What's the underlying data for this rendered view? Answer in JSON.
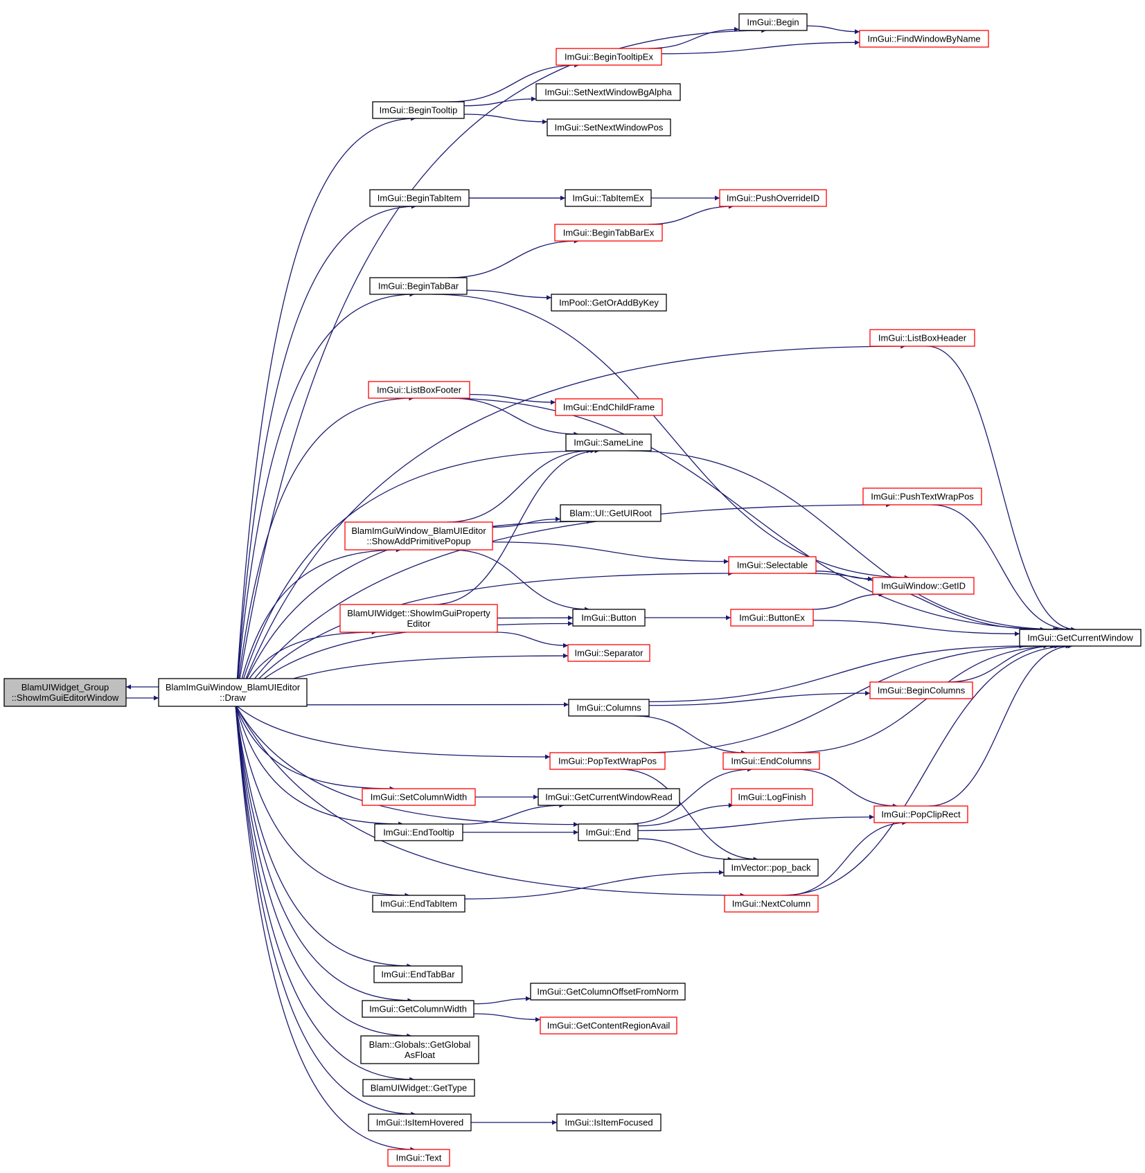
{
  "colors": {
    "edge": "#191970",
    "box_default": "#000000",
    "box_incomplete": "#ff0000",
    "fill_focus": "#bfbfbf",
    "fill_default": "#ffffff"
  },
  "nodes": [
    {
      "id": "root",
      "lines": [
        "BlamUIWidget_Group",
        "::ShowImGuiEditorWindow"
      ],
      "style": "focus"
    },
    {
      "id": "draw",
      "lines": [
        "BlamImGuiWindow_BlamUIEditor",
        "::Draw"
      ],
      "style": "normal"
    },
    {
      "id": "begin",
      "lines": [
        "ImGui::Begin"
      ],
      "style": "normal"
    },
    {
      "id": "findwin",
      "lines": [
        "ImGui::FindWindowByName"
      ],
      "style": "red"
    },
    {
      "id": "begintooltipex",
      "lines": [
        "ImGui::BeginTooltipEx"
      ],
      "style": "red"
    },
    {
      "id": "begintooltip",
      "lines": [
        "ImGui::BeginTooltip"
      ],
      "style": "normal"
    },
    {
      "id": "setbgalpha",
      "lines": [
        "ImGui::SetNextWindowBgAlpha"
      ],
      "style": "normal"
    },
    {
      "id": "setpos",
      "lines": [
        "ImGui::SetNextWindowPos"
      ],
      "style": "normal"
    },
    {
      "id": "begintabitem",
      "lines": [
        "ImGui::BeginTabItem"
      ],
      "style": "normal"
    },
    {
      "id": "tabitemex",
      "lines": [
        "ImGui::TabItemEx"
      ],
      "style": "normal"
    },
    {
      "id": "pushoverride",
      "lines": [
        "ImGui::PushOverrideID"
      ],
      "style": "red"
    },
    {
      "id": "begintabbarex",
      "lines": [
        "ImGui::BeginTabBarEx"
      ],
      "style": "red"
    },
    {
      "id": "begintabbar",
      "lines": [
        "ImGui::BeginTabBar"
      ],
      "style": "normal"
    },
    {
      "id": "impool",
      "lines": [
        "ImPool::GetOrAddByKey"
      ],
      "style": "normal"
    },
    {
      "id": "listboxheader",
      "lines": [
        "ImGui::ListBoxHeader"
      ],
      "style": "red"
    },
    {
      "id": "listboxfooter",
      "lines": [
        "ImGui::ListBoxFooter"
      ],
      "style": "red"
    },
    {
      "id": "endchildframe",
      "lines": [
        "ImGui::EndChildFrame"
      ],
      "style": "red"
    },
    {
      "id": "sameline",
      "lines": [
        "ImGui::SameLine"
      ],
      "style": "normal"
    },
    {
      "id": "pushtextwrap",
      "lines": [
        "ImGui::PushTextWrapPos"
      ],
      "style": "red"
    },
    {
      "id": "getuiroot",
      "lines": [
        "Blam::UI::GetUIRoot"
      ],
      "style": "normal"
    },
    {
      "id": "addprimitive",
      "lines": [
        "BlamImGuiWindow_BlamUIEditor",
        "::ShowAddPrimitivePopup"
      ],
      "style": "red"
    },
    {
      "id": "selectable",
      "lines": [
        "ImGui::Selectable"
      ],
      "style": "red"
    },
    {
      "id": "getid",
      "lines": [
        "ImGuiWindow::GetID"
      ],
      "style": "red"
    },
    {
      "id": "propeditor",
      "lines": [
        "BlamUIWidget::ShowImGuiProperty",
        "Editor"
      ],
      "style": "red"
    },
    {
      "id": "button",
      "lines": [
        "ImGui::Button"
      ],
      "style": "normal"
    },
    {
      "id": "buttonex",
      "lines": [
        "ImGui::ButtonEx"
      ],
      "style": "red"
    },
    {
      "id": "getcurwin",
      "lines": [
        "ImGui::GetCurrentWindow"
      ],
      "style": "normal"
    },
    {
      "id": "separator",
      "lines": [
        "ImGui::Separator"
      ],
      "style": "red"
    },
    {
      "id": "begincolumns",
      "lines": [
        "ImGui::BeginColumns"
      ],
      "style": "red"
    },
    {
      "id": "columns",
      "lines": [
        "ImGui::Columns"
      ],
      "style": "normal"
    },
    {
      "id": "poptextwrap",
      "lines": [
        "ImGui::PopTextWrapPos"
      ],
      "style": "red"
    },
    {
      "id": "endcolumns",
      "lines": [
        "ImGui::EndColumns"
      ],
      "style": "red"
    },
    {
      "id": "setcolwidth",
      "lines": [
        "ImGui::SetColumnWidth"
      ],
      "style": "red"
    },
    {
      "id": "getcurwinread",
      "lines": [
        "ImGui::GetCurrentWindowRead"
      ],
      "style": "normal"
    },
    {
      "id": "logfinish",
      "lines": [
        "ImGui::LogFinish"
      ],
      "style": "red"
    },
    {
      "id": "popcliprect",
      "lines": [
        "ImGui::PopClipRect"
      ],
      "style": "red"
    },
    {
      "id": "endtooltip",
      "lines": [
        "ImGui::EndTooltip"
      ],
      "style": "normal"
    },
    {
      "id": "end",
      "lines": [
        "ImGui::End"
      ],
      "style": "normal"
    },
    {
      "id": "popback",
      "lines": [
        "ImVector::pop_back"
      ],
      "style": "normal"
    },
    {
      "id": "endtabitem",
      "lines": [
        "ImGui::EndTabItem"
      ],
      "style": "normal"
    },
    {
      "id": "nextcolumn",
      "lines": [
        "ImGui::NextColumn"
      ],
      "style": "red"
    },
    {
      "id": "endtabbar",
      "lines": [
        "ImGui::EndTabBar"
      ],
      "style": "normal"
    },
    {
      "id": "getcolwidth",
      "lines": [
        "ImGui::GetColumnWidth"
      ],
      "style": "normal"
    },
    {
      "id": "getcoloffset",
      "lines": [
        "ImGui::GetColumnOffsetFromNorm"
      ],
      "style": "normal"
    },
    {
      "id": "getcontentavail",
      "lines": [
        "ImGui::GetContentRegionAvail"
      ],
      "style": "red"
    },
    {
      "id": "getglobal",
      "lines": [
        "Blam::Globals::GetGlobal",
        "AsFloat"
      ],
      "style": "normal"
    },
    {
      "id": "gettype",
      "lines": [
        "BlamUIWidget::GetType"
      ],
      "style": "normal"
    },
    {
      "id": "isitemhovered",
      "lines": [
        "ImGui::IsItemHovered"
      ],
      "style": "normal"
    },
    {
      "id": "isitemfocused",
      "lines": [
        "ImGui::IsItemFocused"
      ],
      "style": "normal"
    },
    {
      "id": "text",
      "lines": [
        "ImGui::Text"
      ],
      "style": "red"
    }
  ],
  "edges": [
    [
      "root",
      "draw"
    ],
    [
      "draw",
      "root"
    ],
    [
      "draw",
      "begin"
    ],
    [
      "draw",
      "begintooltip"
    ],
    [
      "draw",
      "begintabitem"
    ],
    [
      "draw",
      "begintabbar"
    ],
    [
      "draw",
      "listboxheader"
    ],
    [
      "draw",
      "listboxfooter"
    ],
    [
      "draw",
      "sameline"
    ],
    [
      "draw",
      "pushtextwrap"
    ],
    [
      "draw",
      "getuiroot"
    ],
    [
      "draw",
      "addprimitive"
    ],
    [
      "draw",
      "selectable"
    ],
    [
      "draw",
      "propeditor"
    ],
    [
      "draw",
      "button"
    ],
    [
      "draw",
      "separator"
    ],
    [
      "draw",
      "columns"
    ],
    [
      "draw",
      "poptextwrap"
    ],
    [
      "draw",
      "setcolwidth"
    ],
    [
      "draw",
      "endtooltip"
    ],
    [
      "draw",
      "end"
    ],
    [
      "draw",
      "endtabitem"
    ],
    [
      "draw",
      "nextcolumn"
    ],
    [
      "draw",
      "endtabbar"
    ],
    [
      "draw",
      "getcolwidth"
    ],
    [
      "draw",
      "getglobal"
    ],
    [
      "draw",
      "gettype"
    ],
    [
      "draw",
      "isitemhovered"
    ],
    [
      "draw",
      "text"
    ],
    [
      "begin",
      "findwin"
    ],
    [
      "begintooltipex",
      "begin"
    ],
    [
      "begintooltipex",
      "findwin"
    ],
    [
      "begintooltip",
      "begintooltipex"
    ],
    [
      "begintooltip",
      "setbgalpha"
    ],
    [
      "begintooltip",
      "setpos"
    ],
    [
      "begintabitem",
      "tabitemex"
    ],
    [
      "begintabitem",
      "pushoverride"
    ],
    [
      "begintabbarex",
      "pushoverride"
    ],
    [
      "begintabbar",
      "begintabbarex"
    ],
    [
      "begintabbar",
      "impool"
    ],
    [
      "begintabbar",
      "getid"
    ],
    [
      "listboxheader",
      "getcurwin"
    ],
    [
      "listboxfooter",
      "endchildframe"
    ],
    [
      "listboxfooter",
      "sameline"
    ],
    [
      "listboxfooter",
      "getcurwin"
    ],
    [
      "sameline",
      "getcurwin"
    ],
    [
      "pushtextwrap",
      "getcurwin"
    ],
    [
      "addprimitive",
      "sameline"
    ],
    [
      "addprimitive",
      "getuiroot"
    ],
    [
      "addprimitive",
      "selectable"
    ],
    [
      "addprimitive",
      "button"
    ],
    [
      "selectable",
      "getid"
    ],
    [
      "selectable",
      "getcurwin"
    ],
    [
      "propeditor",
      "sameline"
    ],
    [
      "propeditor",
      "button"
    ],
    [
      "propeditor",
      "separator"
    ],
    [
      "button",
      "buttonex"
    ],
    [
      "buttonex",
      "getid"
    ],
    [
      "buttonex",
      "getcurwin"
    ],
    [
      "columns",
      "getcurwin"
    ],
    [
      "columns",
      "begincolumns"
    ],
    [
      "columns",
      "endcolumns"
    ],
    [
      "begincolumns",
      "getcurwin"
    ],
    [
      "poptextwrap",
      "getcurwin"
    ],
    [
      "poptextwrap",
      "popback"
    ],
    [
      "endcolumns",
      "getcurwin"
    ],
    [
      "endcolumns",
      "popcliprect"
    ],
    [
      "popcliprect",
      "getcurwin"
    ],
    [
      "setcolwidth",
      "getcurwinread"
    ],
    [
      "endtooltip",
      "getcurwinread"
    ],
    [
      "endtooltip",
      "end"
    ],
    [
      "end",
      "endcolumns"
    ],
    [
      "end",
      "logfinish"
    ],
    [
      "end",
      "popcliprect"
    ],
    [
      "end",
      "popback"
    ],
    [
      "endtabitem",
      "popback"
    ],
    [
      "nextcolumn",
      "popcliprect"
    ],
    [
      "nextcolumn",
      "getcurwin"
    ],
    [
      "getcolwidth",
      "getcoloffset"
    ],
    [
      "getcolwidth",
      "getcontentavail"
    ],
    [
      "isitemhovered",
      "isitemfocused"
    ]
  ]
}
